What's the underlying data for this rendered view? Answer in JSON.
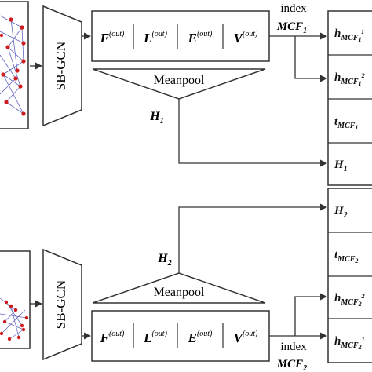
{
  "encoder_label": "SB-GCN",
  "outputs": {
    "F": {
      "base": "F",
      "sup": "(out)"
    },
    "L": {
      "base": "L",
      "sup": "(out)"
    },
    "E": {
      "base": "E",
      "sup": "(out)"
    },
    "V": {
      "base": "V",
      "sup": "(out)"
    }
  },
  "pool_label": "Meanpool",
  "top": {
    "pooled": {
      "base": "H",
      "sub": "1"
    },
    "index_word": "index",
    "index_sym": {
      "base": "MCF",
      "sub": "1"
    },
    "cells": [
      {
        "base": "h",
        "sub": "MCF",
        "subsub": "1",
        "sup": "1"
      },
      {
        "base": "h",
        "sub": "MCF",
        "subsub": "1",
        "sup": "2"
      },
      {
        "base": "t",
        "sub": "MCF",
        "subsub": "1",
        "sup": ""
      },
      {
        "base": "H",
        "sub": "1",
        "subsub": "",
        "sup": ""
      }
    ]
  },
  "bottom": {
    "pooled": {
      "base": "H",
      "sub": "2"
    },
    "index_word": "index",
    "index_sym": {
      "base": "MCF",
      "sub": "2"
    },
    "cells": [
      {
        "base": "H",
        "sub": "2",
        "subsub": "",
        "sup": ""
      },
      {
        "base": "t",
        "sub": "MCF",
        "subsub": "2",
        "sup": ""
      },
      {
        "base": "h",
        "sub": "MCF",
        "subsub": "2",
        "sup": "2"
      },
      {
        "base": "h",
        "sub": "MCF",
        "subsub": "2",
        "sup": "1"
      }
    ]
  },
  "colors": {
    "line": "#333333",
    "node": "#d01c1c",
    "edge": "#3a3fb0",
    "box_fill": "#ffffff"
  }
}
